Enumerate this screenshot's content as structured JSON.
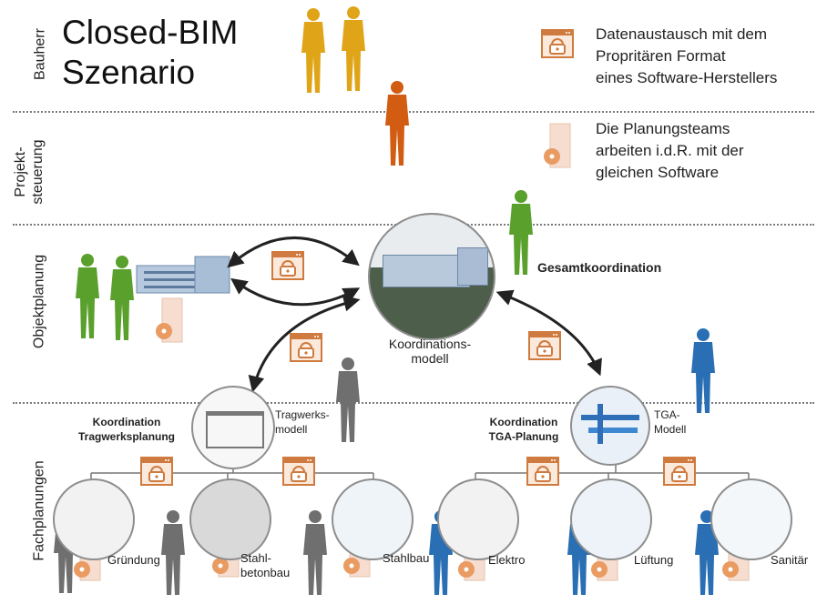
{
  "title": {
    "line1": "Closed-BIM",
    "line2": "Szenario"
  },
  "rows": {
    "bauherr": "Bauherr",
    "projekt_line1": "Projekt-",
    "projekt_line2": "steuerung",
    "objekt": "Objektplanung",
    "fach": "Fachplanungen"
  },
  "legend": {
    "exchange_line1": "Datenaustausch mit dem",
    "exchange_line2": "Propritären Format",
    "exchange_line3": "eines Software-Herstellers",
    "teams_line1": "Die Planungsteams",
    "teams_line2": "arbeiten i.d.R. mit der",
    "teams_line3": "gleichen Software"
  },
  "nodes": {
    "gesamt": "Gesamtkoordination",
    "koord_line1": "Koordinations-",
    "koord_line2": "modell",
    "tw_coord_line1": "Koordination",
    "tw_coord_line2": "Tragwerksplanung",
    "tw_model_line1": "Tragwerks-",
    "tw_model_line2": "modell",
    "tga_coord_line1": "Koordination",
    "tga_coord_line2": "TGA-Planung",
    "tga_model_line1": "TGA-",
    "tga_model_line2": "Modell",
    "gruendung": "Gründung",
    "stahlbeton_line1": "Stahl-",
    "stahlbeton_line2": "betonbau",
    "stahlbau": "Stahlbau",
    "elektro": "Elektro",
    "lueftung": "Lüftung",
    "sanitaer": "Sanitär"
  },
  "colors": {
    "bauherr": "#e0a418",
    "projekt": "#d15c12",
    "objekt": "#5aa02c",
    "fach_tw": "#6f6f6f",
    "fach_tga": "#2a6fb3",
    "exchange": "#d07a3a"
  }
}
